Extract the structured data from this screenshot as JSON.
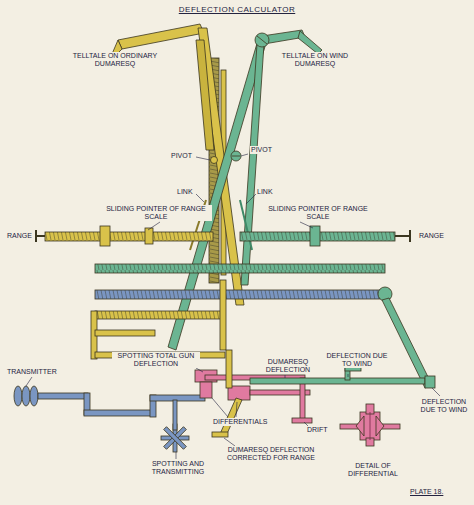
{
  "diagram": {
    "title": "DEFLECTION CALCULATOR",
    "caption": "PLATE 18.",
    "labels": [
      "TELLTALE ON ORDINARY DUMARESQ",
      "TELLTALE ON WIND DUMARESQ",
      "PIVOT",
      "PIVOT",
      "LINK",
      "LINK",
      "SLIDING POINTER OF RANGE SCALE",
      "SLIDING POINTER OF RANGE SCALE",
      "RANGE",
      "RANGE",
      "TRANSMITTER",
      "SPOTTING TOTAL GUN DEFLECTION",
      "DUMARESQ DEFLECTION",
      "DEFLECTION DUE TO WIND",
      "DIFFERENTIALS",
      "DRIFT",
      "DEFLECTION DUE TO WIND",
      "SPOTTING AND TRANSMITTING",
      "DUMARESQ DEFLECTION CORRECTED FOR RANGE",
      "DETAIL OF DIFFERENTIAL"
    ]
  }
}
